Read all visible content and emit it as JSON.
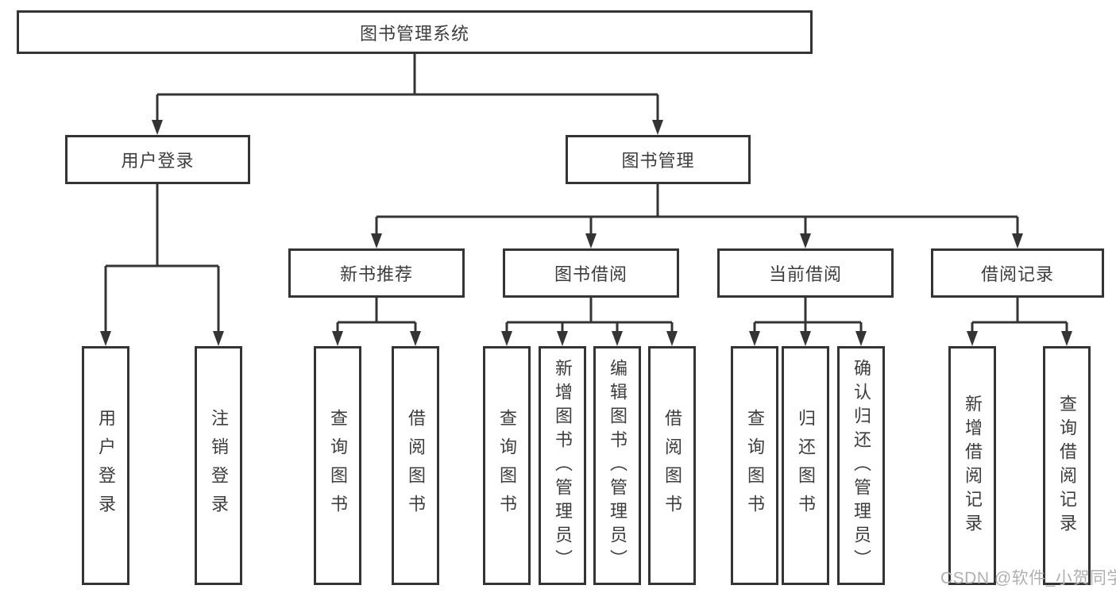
{
  "tree": {
    "root": "图书管理系统",
    "children": [
      {
        "label": "用户登录",
        "leaves": [
          "用户登录",
          "注销登录"
        ]
      },
      {
        "label": "图书管理",
        "children": [
          {
            "label": "新书推荐",
            "leaves": [
              "查询图书",
              "借阅图书"
            ]
          },
          {
            "label": "图书借阅",
            "leaves": [
              "查询图书",
              "新增图书（管理员）",
              "编辑图书（管理员）",
              "借阅图书"
            ]
          },
          {
            "label": "当前借阅",
            "leaves": [
              "查询图书",
              "归还图书",
              "确认归还（管理员）"
            ]
          },
          {
            "label": "借阅记录",
            "leaves": [
              "新增借阅记录",
              "查询借阅记录"
            ]
          }
        ]
      }
    ]
  },
  "watermark": "CSDN @软件_小贺同学",
  "colors": {
    "line": "#343434",
    "text": "#3d3d3d",
    "watermark": "#b0b0b0",
    "bg": "#ffffff"
  }
}
